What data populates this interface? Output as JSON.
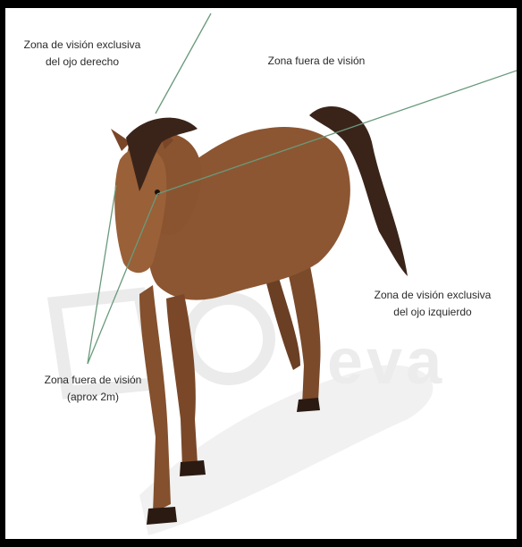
{
  "labels": {
    "right_eye_exclusive": [
      "Zona de visión exclusiva",
      "del ojo derecho"
    ],
    "out_of_vision_top": "Zona fuera de visión",
    "left_eye_exclusive": [
      "Zona de visión exclusiva",
      "del ojo izquierdo"
    ],
    "out_of_vision_front": [
      "Zona fuera de visión",
      "(aprox 2m)"
    ]
  },
  "colors": {
    "frame": "#000000",
    "sight_lines": "#6a9a7c",
    "horse_coat": "#8c5632",
    "horse_dark": "#3a241a",
    "label_text": "#2a2a2a",
    "watermark": "#ececec"
  },
  "icons": {
    "horse": "horse-illustration",
    "watermark": "film-reel-watermark"
  }
}
